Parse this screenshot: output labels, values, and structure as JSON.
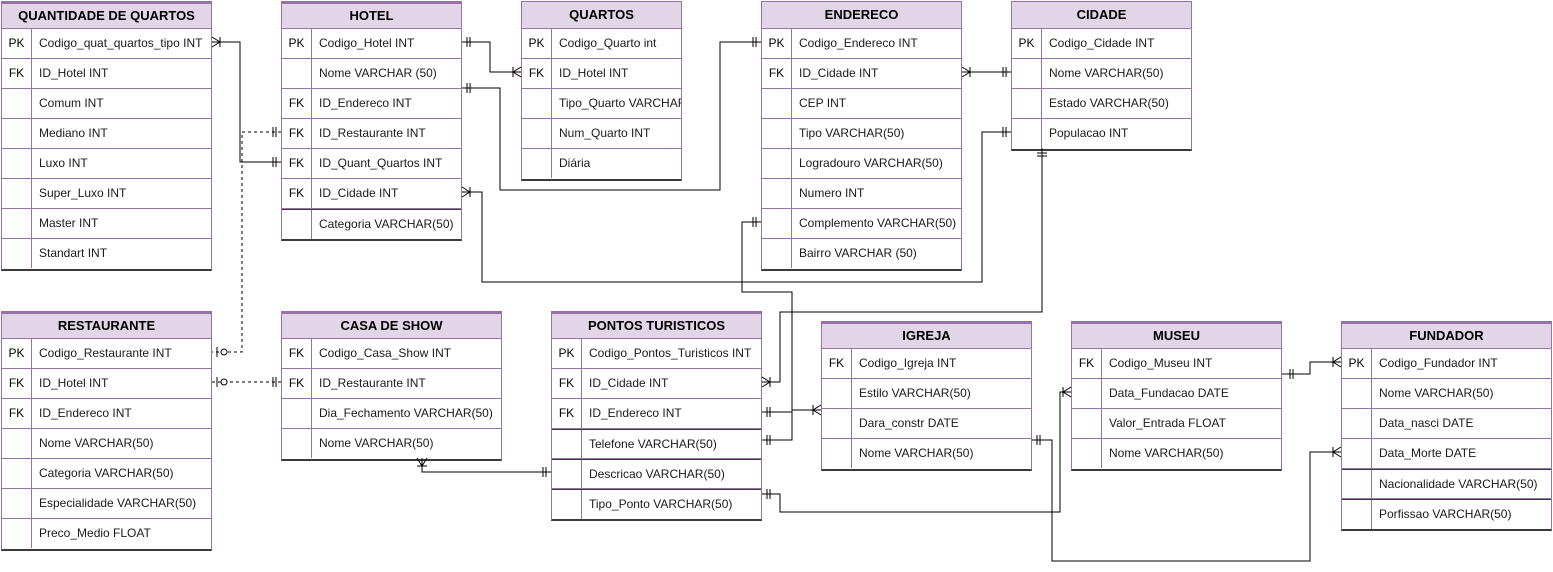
{
  "diagram": {
    "entities": {
      "quantidade": {
        "title": "QUANTIDADE DE QUARTOS",
        "rows": [
          {
            "key": "PK",
            "field": "Codigo_quat_quartos_tipo INT"
          },
          {
            "key": "FK",
            "field": "ID_Hotel INT"
          },
          {
            "key": "",
            "field": "Comum INT"
          },
          {
            "key": "",
            "field": "Mediano INT"
          },
          {
            "key": "",
            "field": "Luxo INT"
          },
          {
            "key": "",
            "field": "Super_Luxo INT"
          },
          {
            "key": "",
            "field": "Master INT"
          },
          {
            "key": "",
            "field": "Standart INT"
          }
        ]
      },
      "hotel": {
        "title": "HOTEL",
        "rows": [
          {
            "key": "PK",
            "field": "Codigo_Hotel INT"
          },
          {
            "key": "",
            "field": "Nome VARCHAR (50)"
          },
          {
            "key": "FK",
            "field": "ID_Endereco INT"
          },
          {
            "key": "FK",
            "field": "ID_Restaurante INT"
          },
          {
            "key": "FK",
            "field": "ID_Quant_Quartos INT"
          },
          {
            "key": "FK",
            "field": "ID_Cidade INT"
          },
          {
            "key": "",
            "field": "Categoria VARCHAR(50)"
          }
        ]
      },
      "quartos": {
        "title": "QUARTOS",
        "rows": [
          {
            "key": "PK",
            "field": "Codigo_Quarto int"
          },
          {
            "key": "FK",
            "field": "ID_Hotel INT"
          },
          {
            "key": "",
            "field": "Tipo_Quarto VARCHAR"
          },
          {
            "key": "",
            "field": "Num_Quarto  INT"
          },
          {
            "key": "",
            "field": "Diária"
          }
        ]
      },
      "endereco": {
        "title": "ENDERECO",
        "rows": [
          {
            "key": "PK",
            "field": "Codigo_Endereco INT"
          },
          {
            "key": "FK",
            "field": "ID_Cidade INT"
          },
          {
            "key": "",
            "field": "CEP INT"
          },
          {
            "key": "",
            "field": "Tipo VARCHAR(50)"
          },
          {
            "key": "",
            "field": "Logradouro VARCHAR(50)"
          },
          {
            "key": "",
            "field": "Numero INT"
          },
          {
            "key": "",
            "field": "Complemento VARCHAR(50)"
          },
          {
            "key": "",
            "field": "Bairro VARCHAR (50)"
          }
        ]
      },
      "cidade": {
        "title": "CIDADE",
        "rows": [
          {
            "key": "PK",
            "field": "Codigo_Cidade INT"
          },
          {
            "key": "",
            "field": "Nome VARCHAR(50)"
          },
          {
            "key": "",
            "field": "Estado VARCHAR(50)"
          },
          {
            "key": "",
            "field": "Populacao INT"
          }
        ]
      },
      "restaurante": {
        "title": "RESTAURANTE",
        "rows": [
          {
            "key": "PK",
            "field": "Codigo_Restaurante INT"
          },
          {
            "key": "FK",
            "field": "ID_Hotel INT"
          },
          {
            "key": "FK",
            "field": "ID_Endereco INT"
          },
          {
            "key": "",
            "field": "Nome VARCHAR(50)"
          },
          {
            "key": "",
            "field": "Categoria VARCHAR(50)"
          },
          {
            "key": "",
            "field": "Especialidade VARCHAR(50)"
          },
          {
            "key": "",
            "field": "Preco_Medio FLOAT"
          }
        ]
      },
      "casa_show": {
        "title": "CASA DE SHOW",
        "rows": [
          {
            "key": "FK",
            "field": "Codigo_Casa_Show  INT"
          },
          {
            "key": "FK",
            "field": "ID_Restaurante INT"
          },
          {
            "key": "",
            "field": "Dia_Fechamento VARCHAR(50)"
          },
          {
            "key": "",
            "field": "Nome VARCHAR(50)"
          }
        ]
      },
      "pontos": {
        "title": "PONTOS TURISTICOS",
        "rows": [
          {
            "key": "PK",
            "field": "Codigo_Pontos_Turisticos INT"
          },
          {
            "key": "FK",
            "field": "ID_Cidade INT"
          },
          {
            "key": "FK",
            "field": "ID_Endereco INT"
          },
          {
            "key": "",
            "field": "Telefone VARCHAR(50)"
          },
          {
            "key": "",
            "field": "Descricao VARCHAR(50)"
          },
          {
            "key": "",
            "field": "Tipo_Ponto VARCHAR(50)"
          }
        ]
      },
      "igreja": {
        "title": "IGREJA",
        "rows": [
          {
            "key": "FK",
            "field": "Codigo_Igreja INT"
          },
          {
            "key": "",
            "field": "Estilo VARCHAR(50)"
          },
          {
            "key": "",
            "field": "Dara_constr DATE"
          },
          {
            "key": "",
            "field": "Nome VARCHAR(50)"
          }
        ]
      },
      "museu": {
        "title": "MUSEU",
        "rows": [
          {
            "key": "FK",
            "field": "Codigo_Museu INT"
          },
          {
            "key": "",
            "field": "Data_Fundacao DATE"
          },
          {
            "key": "",
            "field": "Valor_Entrada FLOAT"
          },
          {
            "key": "",
            "field": "Nome VARCHAR(50)"
          }
        ]
      },
      "fundador": {
        "title": "FUNDADOR",
        "rows": [
          {
            "key": "PK",
            "field": "Codigo_Fundador INT"
          },
          {
            "key": "",
            "field": "Nome VARCHAR(50)"
          },
          {
            "key": "",
            "field": "Data_nasci DATE"
          },
          {
            "key": "",
            "field": "Data_Morte DATE"
          },
          {
            "key": "",
            "field": "Nacionalidade VARCHAR(50)"
          },
          {
            "key": "",
            "field": "Porfissao VARCHAR(50)"
          }
        ]
      }
    }
  }
}
